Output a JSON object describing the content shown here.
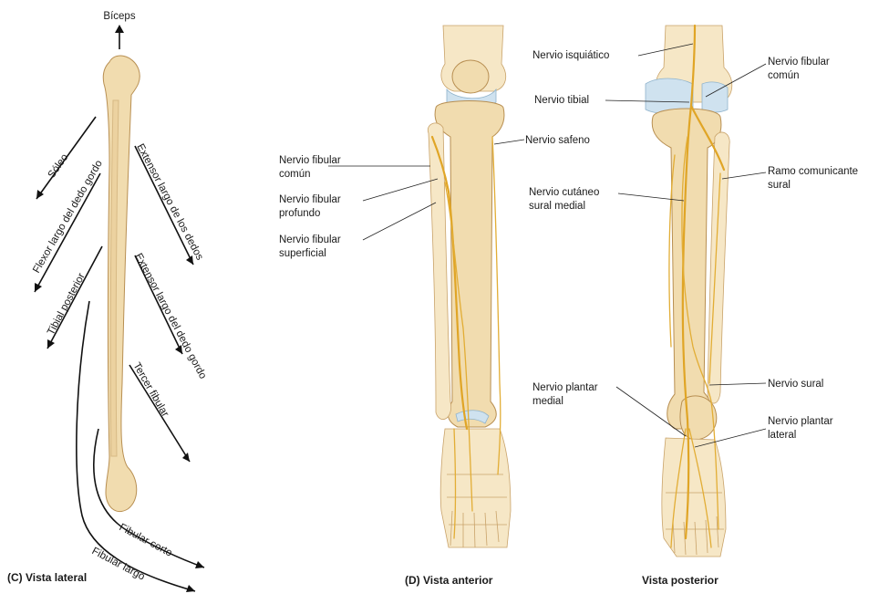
{
  "panel_c": {
    "caption": "(C) Vista lateral",
    "top_label": "Bíceps",
    "muscles": {
      "soleo": "Sóleo",
      "flexor_largo": "Flexor largo del dedo gordo",
      "tibial_posterior": "Tibial posterior",
      "extensor_dedos": "Extensor largo de los dedos",
      "extensor_gordo": "Extensor largo del dedo gordo",
      "tercer_fibular": "Tercer fibular",
      "fibular_corto": "Fibular corto",
      "fibular_largo": "Fibular largo"
    }
  },
  "panel_d": {
    "caption_anterior": "(D) Vista anterior",
    "caption_posterior": "Vista posterior",
    "anterior_labels": {
      "fibular_comun": [
        "Nervio fibular",
        "común"
      ],
      "fibular_profundo": [
        "Nervio fibular",
        "profundo"
      ],
      "fibular_superficial": [
        "Nervio fibular",
        "superficial"
      ],
      "safeno": "Nervio safeno"
    },
    "posterior_labels": {
      "isquiatico": "Nervio isquiático",
      "tibial": "Nervio tibial",
      "cutaneo_sural": [
        "Nervio cutáneo",
        "sural medial"
      ],
      "plantar_medial": [
        "Nervio plantar",
        "medial"
      ],
      "fibular_comun": [
        "Nervio fibular",
        "común"
      ],
      "ramo_comunicante": [
        "Ramo comunicante",
        "sural"
      ],
      "sural": "Nervio sural",
      "plantar_lateral": [
        "Nervio plantar",
        "lateral"
      ]
    }
  },
  "colors": {
    "bone": "#f1dcaf",
    "bone_outline": "#b88f52",
    "nerve": "#e0a526",
    "cartilage": "#cfe2ef"
  }
}
